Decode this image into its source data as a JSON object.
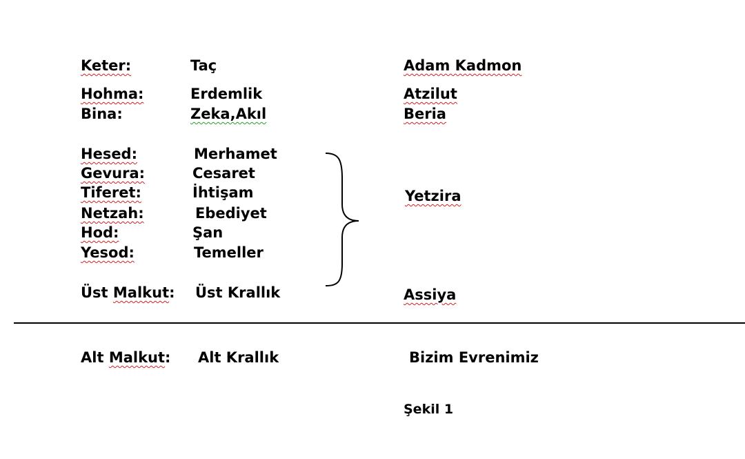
{
  "rows": {
    "keter": {
      "name": "Keter:",
      "meaning": "Taç",
      "world": "Adam Kadmon"
    },
    "hohma": {
      "name": "Hohma:",
      "meaning": "Erdemlik",
      "world": "Atzilut"
    },
    "bina": {
      "name": "Bina:",
      "meaning": "Zeka,Akıl",
      "world": "Beria"
    },
    "hesed": {
      "name": "Hesed:",
      "meaning": "Merhamet"
    },
    "gevura": {
      "name": "Gevura:",
      "meaning": "Cesaret"
    },
    "tiferet": {
      "name": "Tiferet:",
      "meaning": "İhtişam"
    },
    "netzah": {
      "name": "Netzah:",
      "meaning": "Ebediyet"
    },
    "hod": {
      "name": "Hod:",
      "meaning": "Şan"
    },
    "yesod": {
      "name": "Yesod:",
      "meaning": "Temeller"
    },
    "ust_malkut": {
      "name": "Üst Malkut:",
      "meaning": "Üst Krallık",
      "world": "Assiya"
    },
    "alt_malkut": {
      "name": "Alt Malkut:",
      "meaning": "Alt Krallık",
      "world": "Bizim Evrenimiz"
    }
  },
  "yetzira_label": "Yetzira",
  "caption": "Şekil 1"
}
